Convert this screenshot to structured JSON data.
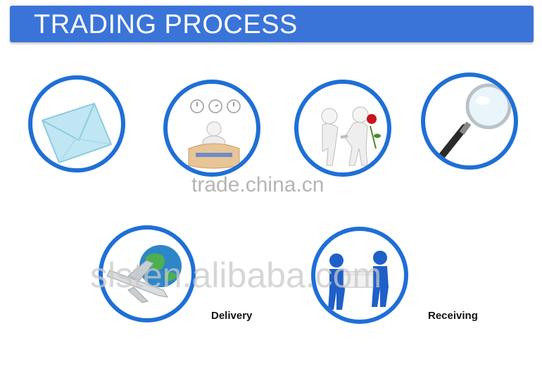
{
  "banner": {
    "title": "TRADING PROCESS"
  },
  "watermarks": {
    "primary": "trade.china.cn",
    "secondary": "slsten.alibaba.com"
  },
  "steps": [
    {
      "icon": "envelope-icon"
    },
    {
      "icon": "customer-service-icon"
    },
    {
      "icon": "handshake-rose-icon"
    },
    {
      "icon": "magnifier-icon"
    },
    {
      "icon": "airplane-globe-icon",
      "caption": "Delivery"
    },
    {
      "icon": "box-carriers-icon",
      "caption": "Receiving"
    }
  ],
  "colors": {
    "banner": "#3a74d8",
    "ring": "#1f6fd6"
  }
}
